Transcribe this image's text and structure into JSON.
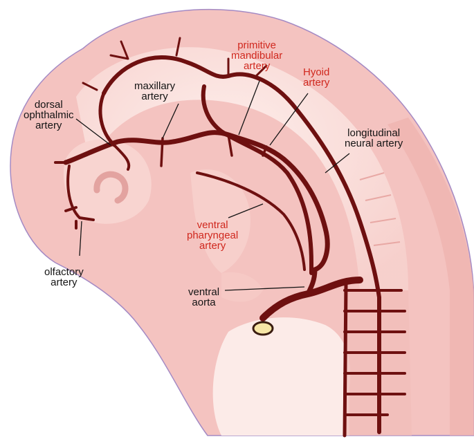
{
  "labels": {
    "dorsal_ophthalmic": {
      "line1": "dorsal",
      "line2": "ophthalmic",
      "line3": "artery"
    },
    "maxillary": {
      "line1": "maxillary",
      "line2": "artery"
    },
    "primitive_mandibular": {
      "line1": "primitive",
      "line2": "mandibular",
      "line3": "artery"
    },
    "hyoid": {
      "line1": "Hyoid",
      "line2": "artery"
    },
    "longitudinal_neural": {
      "line1": "longitudinal",
      "line2": "neural artery"
    },
    "ventral_pharyngeal": {
      "line1": "ventral",
      "line2": "pharyngeal",
      "line3": "artery"
    },
    "olfactory": {
      "line1": "olfactory",
      "line2": "artery"
    },
    "ventral_aorta": {
      "line1": "ventral",
      "line2": "aorta"
    }
  },
  "colors": {
    "embryo_outer": "#f4c3c0",
    "embryo_inner": "#fbe4e1",
    "highlight": "#fff6f3",
    "artery": "#6e1010",
    "label_dark": "#141414",
    "label_red": "#d0281e",
    "outline": "#a48ac4"
  }
}
